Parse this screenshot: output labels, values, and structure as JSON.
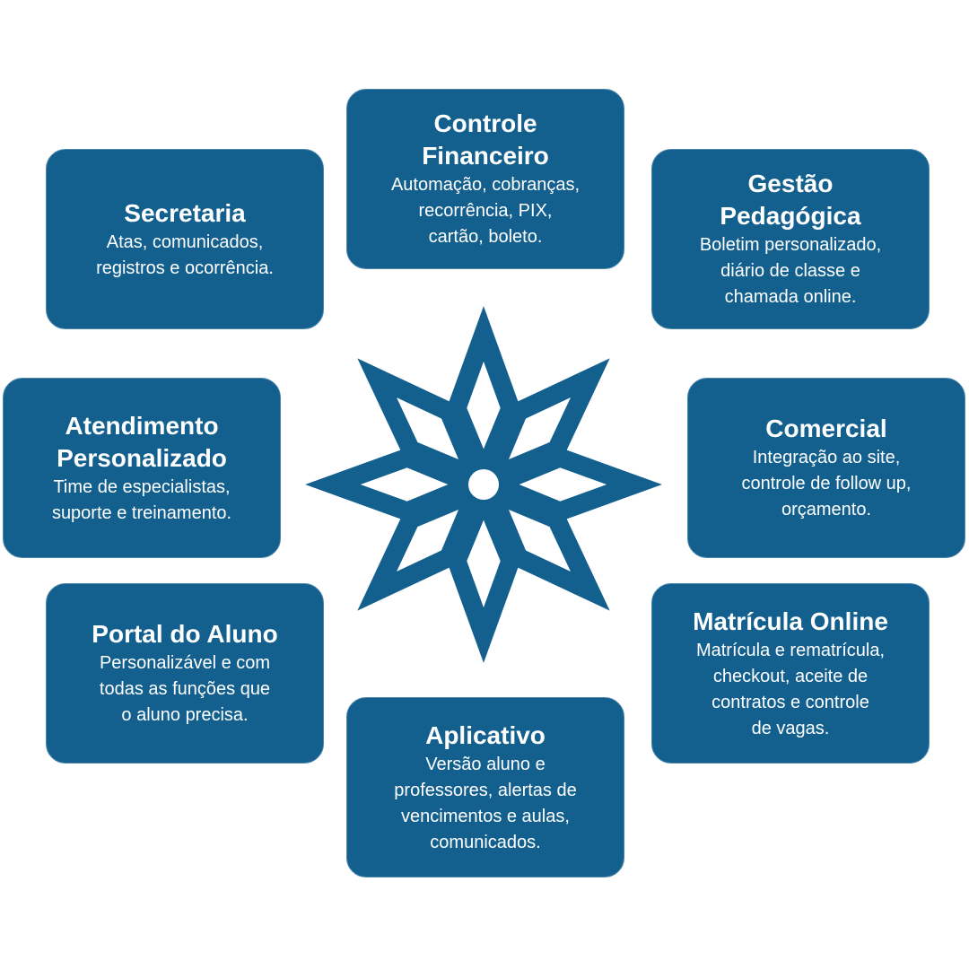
{
  "accent_color": "#13608f",
  "center_icon": "eight-point-star-icon",
  "cards": [
    {
      "id": "controle-financeiro",
      "title": "Controle\nFinanceiro",
      "description": "Automação, cobranças,\nrecorrência, PIX,\ncartão, boleto."
    },
    {
      "id": "secretaria",
      "title": "Secretaria",
      "description": "Atas, comunicados,\nregistros e ocorrência."
    },
    {
      "id": "gestao-pedagogica",
      "title": "Gestão\nPedagógica",
      "description": "Boletim personalizado,\ndiário de classe e\nchamada online."
    },
    {
      "id": "atendimento-personalizado",
      "title": "Atendimento\nPersonalizado",
      "description": "Time de especialistas,\nsuporte e treinamento."
    },
    {
      "id": "comercial",
      "title": "Comercial",
      "description": "Integração ao site,\ncontrole de follow up,\norçamento."
    },
    {
      "id": "portal-do-aluno",
      "title": "Portal do Aluno",
      "description": "Personalizável e com\ntodas as funções que\no aluno precisa."
    },
    {
      "id": "matricula-online",
      "title": "Matrícula Online",
      "description": "Matrícula e rematrícula,\ncheckout, aceite de\ncontratos e controle\nde vagas."
    },
    {
      "id": "aplicativo",
      "title": "Aplicativo",
      "description": "Versão aluno e\nprofessores, alertas de\nvencimentos e aulas,\ncomunicados."
    }
  ]
}
